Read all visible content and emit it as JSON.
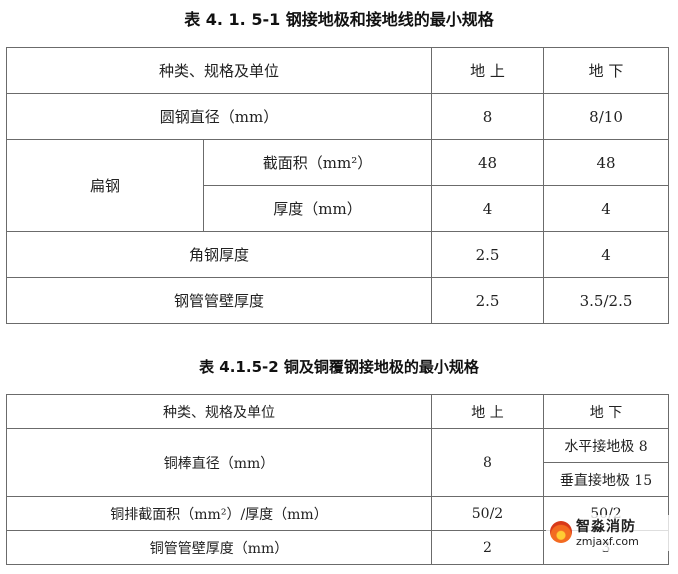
{
  "table1": {
    "title": "表 4. 1. 5-1  钢接地极和接地线的最小规格",
    "header": {
      "category": "种类、规格及单位",
      "above": "地  上",
      "below": "地  下"
    },
    "rows": {
      "round_steel": {
        "label": "圆钢直径（mm）",
        "above": "8",
        "below": "8/10"
      },
      "flat_steel": {
        "label": "扁钢",
        "area": {
          "label": "截面积（mm²）",
          "above": "48",
          "below": "48"
        },
        "thickness": {
          "label": "厚度（mm）",
          "above": "4",
          "below": "4"
        }
      },
      "angle_steel": {
        "label": "角钢厚度",
        "above": "2.5",
        "below": "4"
      },
      "steel_pipe": {
        "label": "钢管管壁厚度",
        "above": "2.5",
        "below": "3.5/2.5"
      }
    }
  },
  "table2": {
    "title": "表 4.1.5-2  铜及铜覆钢接地极的最小规格",
    "header": {
      "category": "种类、规格及单位",
      "above": "地 上",
      "below": "地 下"
    },
    "rows": {
      "copper_rod": {
        "label": "铜棒直径（mm）",
        "above": "8",
        "below_horizontal": "水平接地极 8",
        "below_vertical": "垂直接地极 15"
      },
      "copper_bar": {
        "label": "铜排截面积（mm²）/厚度（mm）",
        "above": "50/2",
        "below": "50/2"
      },
      "copper_pipe": {
        "label": "铜管管壁厚度（mm）",
        "above": "2",
        "below": "3"
      }
    }
  },
  "watermark": {
    "name": "智淼消防",
    "url": "zmjaxf.com"
  }
}
